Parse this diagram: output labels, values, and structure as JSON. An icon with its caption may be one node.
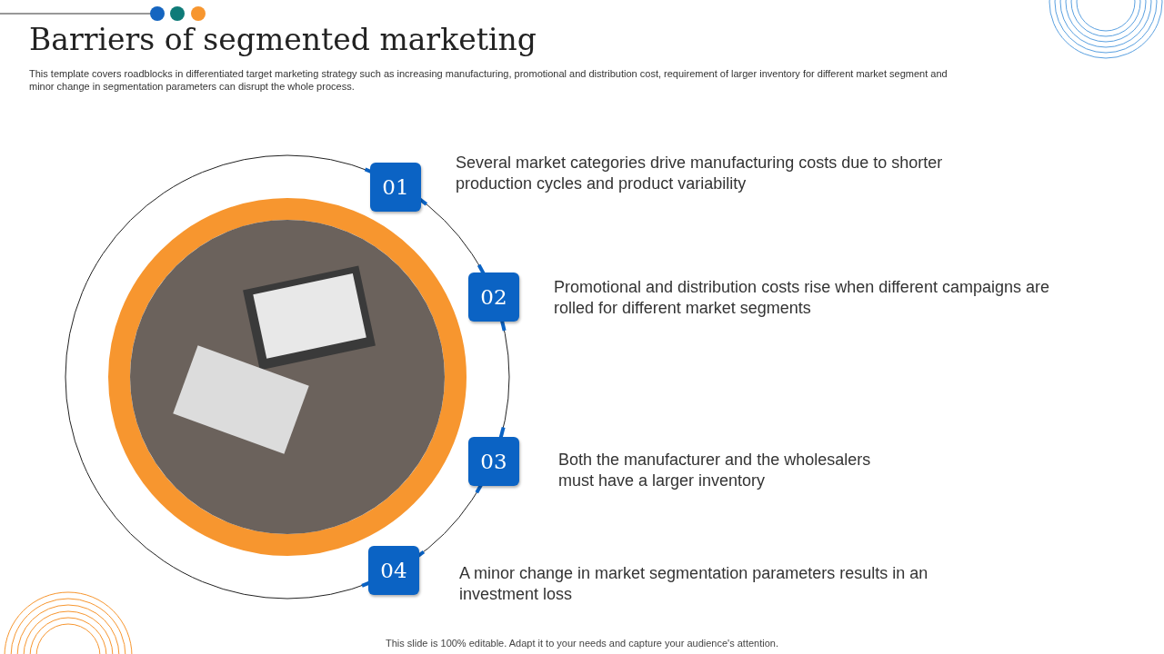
{
  "diagram": {
    "title": "Barriers of segmented marketing",
    "nodes": [
      {
        "text": [
          "01"
        ],
        "beside": [
          "Several market categories drive manufacturing costs due to shorter production cycles and product variability"
        ]
      },
      {
        "text": [
          "02"
        ],
        "beside": [
          "Promotional and distribution costs rise when different campaigns are rolled for different market segments"
        ]
      },
      {
        "text": [
          "03"
        ],
        "beside": [
          "Both the manufacturer and the wholesalers must have a larger inventory"
        ]
      },
      {
        "text": [
          "04"
        ],
        "beside": [
          "A minor change in market segmentation parameters results in an investment loss"
        ]
      }
    ],
    "labels": [
      "This template covers roadblocks in differentiated target marketing strategy such as increasing manufacturing, promotional and distribution cost, requirement of larger inventory for different market segment and minor change in segmentation parameters can disrupt the whole process.",
      "This slide is 100% editable. Adapt it to your needs and capture your audience's attention."
    ]
  }
}
